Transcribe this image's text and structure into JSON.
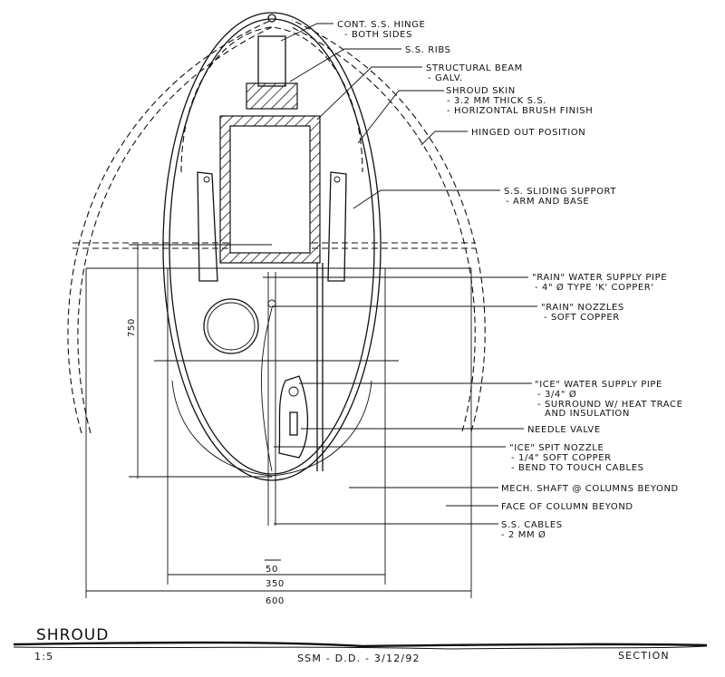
{
  "labels": {
    "hinge": [
      "CONT. S.S. HINGE",
      "- BOTH SIDES"
    ],
    "ribs": [
      "S.S. RIBS"
    ],
    "beam": [
      "STRUCTURAL BEAM",
      "- GALV."
    ],
    "skin": [
      "SHROUD SKIN",
      "- 3.2 MM THICK S.S.",
      "- HORIZONTAL BRUSH FINISH"
    ],
    "hinged_out": [
      "HINGED OUT POSITION"
    ],
    "sliding": [
      "S.S. SLIDING SUPPORT",
      "- ARM AND BASE"
    ],
    "rain_pipe": [
      "\"RAIN\" WATER SUPPLY PIPE",
      "- 4\" Ø TYPE 'K' COPPER'"
    ],
    "rain_nozzles": [
      "\"RAIN\" NOZZLES",
      "- SOFT COPPER"
    ],
    "ice_pipe": [
      "\"ICE\" WATER SUPPLY PIPE",
      "- 3/4\" Ø",
      "- SURROUND W/ HEAT TRACE",
      "AND INSULATION"
    ],
    "needle": [
      "NEEDLE VALVE"
    ],
    "spit": [
      "\"ICE\" SPIT NOZZLE",
      "- 1/4\" SOFT COPPER",
      "- BEND TO TOUCH CABLES"
    ],
    "mech": [
      "MECH. SHAFT @ COLUMNS BEYOND"
    ],
    "face": [
      "FACE OF COLUMN BEYOND"
    ],
    "cables": [
      "S.S. CABLES",
      "- 2 MM Ø"
    ]
  },
  "dimensions": {
    "height": "750",
    "d50": "50",
    "d350": "350",
    "d600": "600"
  },
  "title_block": {
    "title": "SHROUD",
    "scale": "1:5",
    "reference": "SSM - D.D. - 3/12/92",
    "view": "SECTION"
  }
}
